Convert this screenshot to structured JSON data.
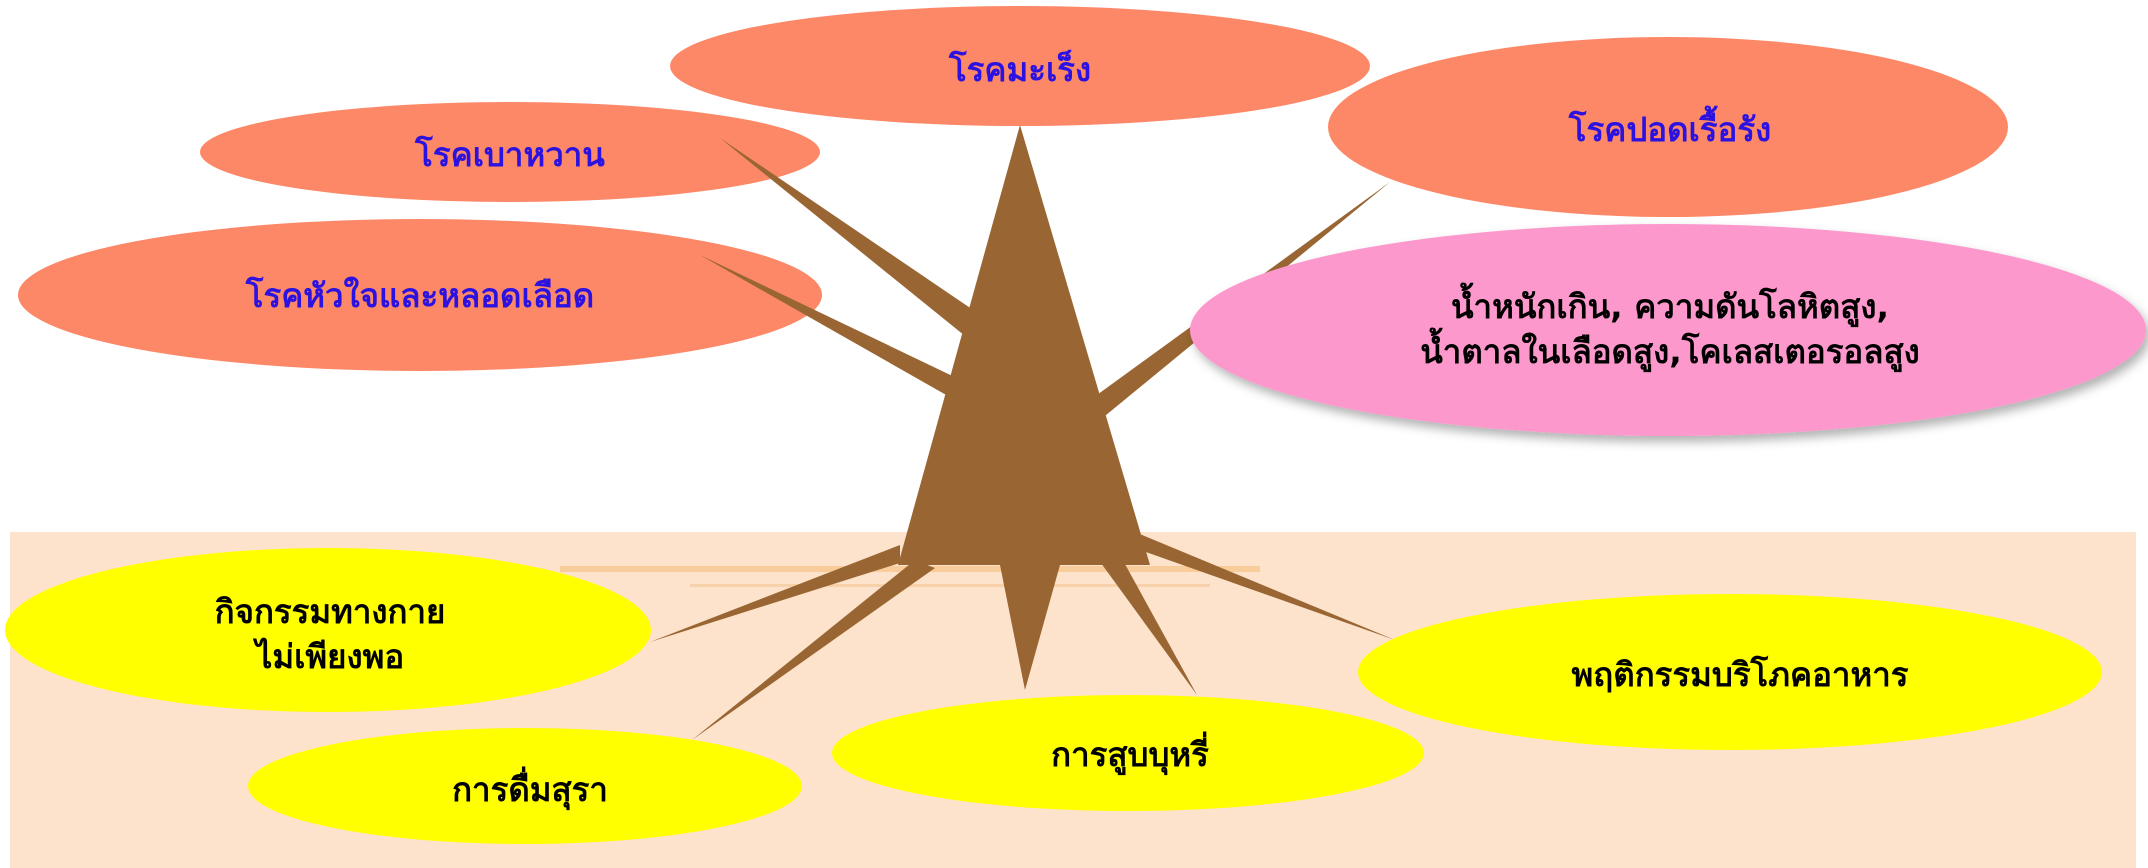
{
  "diagram": {
    "colors": {
      "disease_fill": "#fd8868",
      "risk_fill": "#fc98cc",
      "cause_fill": "#ffff00",
      "tree": "#996633",
      "ground": "#fde3cb",
      "disease_text": "#2b12e0",
      "cause_text": "#000000"
    },
    "diseases": {
      "cancer": "โรคมะเร็ง",
      "chronic_lung": "โรคปอดเรื้อรัง",
      "diabetes": "โรคเบาหวาน",
      "heart_vascular": "โรคหัวใจและหลอดเลือด"
    },
    "risk_factors": {
      "line1": "น้ำหนักเกิน, ความดันโลหิตสูง,",
      "line2": "น้ำตาลในเลือดสูง,โคเลสเตอรอลสูง"
    },
    "causes": {
      "physical_activity_line1": "กิจกรรมทางกาย",
      "physical_activity_line2": "ไม่เพียงพอ",
      "alcohol": "การดื่มสุรา",
      "smoking": "การสูบบุหรี่",
      "diet": "พฤติกรรมบริโภคอาหาร"
    }
  }
}
